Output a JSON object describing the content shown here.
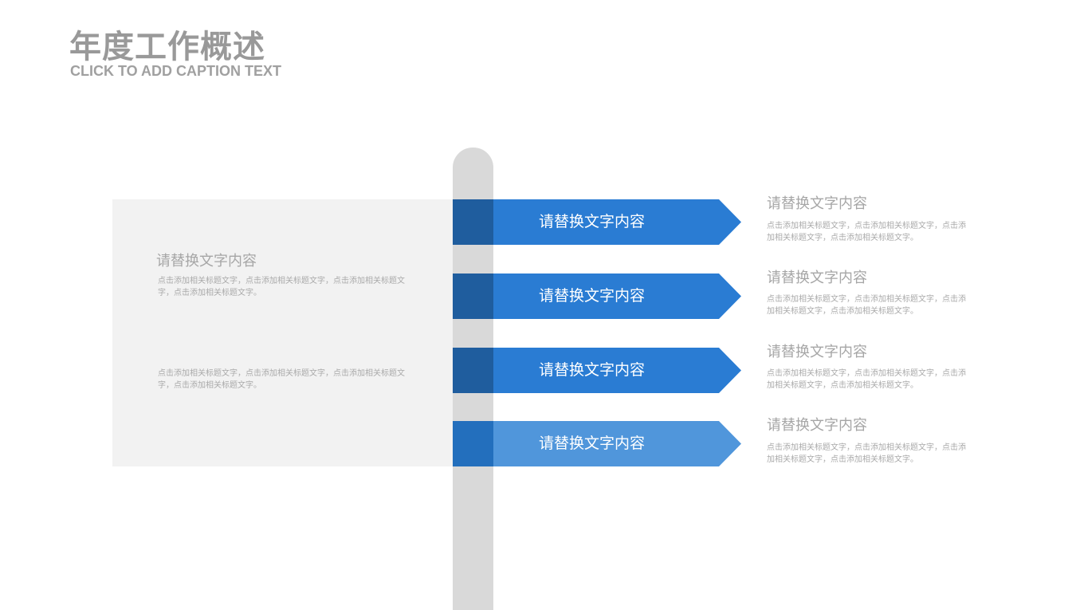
{
  "header": {
    "title": "年度工作概述",
    "caption": "CLICK TO ADD CAPTION TEXT"
  },
  "left_panel": {
    "heading": "请替换文字内容",
    "text1": "点击添加相关标题文字，点击添加相关标题文字，点击添加相关标题文字，点击添加相关标题文字。",
    "text2": "点击添加相关标题文字，点击添加相关标题文字，点击添加相关标题文字，点击添加相关标题文字。"
  },
  "colors": {
    "arrow": "#2a7cd3",
    "arrow_light": "#5096db",
    "square": "#1f5d9e",
    "square_light": "#236fbd",
    "pole": "#d9d9d9",
    "panel": "#f2f2f2"
  },
  "rows": [
    {
      "label": "请替换文字内容",
      "heading": "请替换文字内容",
      "text": "点击添加相关标题文字，点击添加相关标题文字，点击添加相关标题文字，点击添加相关标题文字。"
    },
    {
      "label": "请替换文字内容",
      "heading": "请替换文字内容",
      "text": "点击添加相关标题文字，点击添加相关标题文字，点击添加相关标题文字，点击添加相关标题文字。"
    },
    {
      "label": "请替换文字内容",
      "heading": "请替换文字内容",
      "text": "点击添加相关标题文字，点击添加相关标题文字，点击添加相关标题文字，点击添加相关标题文字。"
    },
    {
      "label": "请替换文字内容",
      "heading": "请替换文字内容",
      "text": "点击添加相关标题文字，点击添加相关标题文字，点击添加相关标题文字，点击添加相关标题文字。"
    }
  ]
}
